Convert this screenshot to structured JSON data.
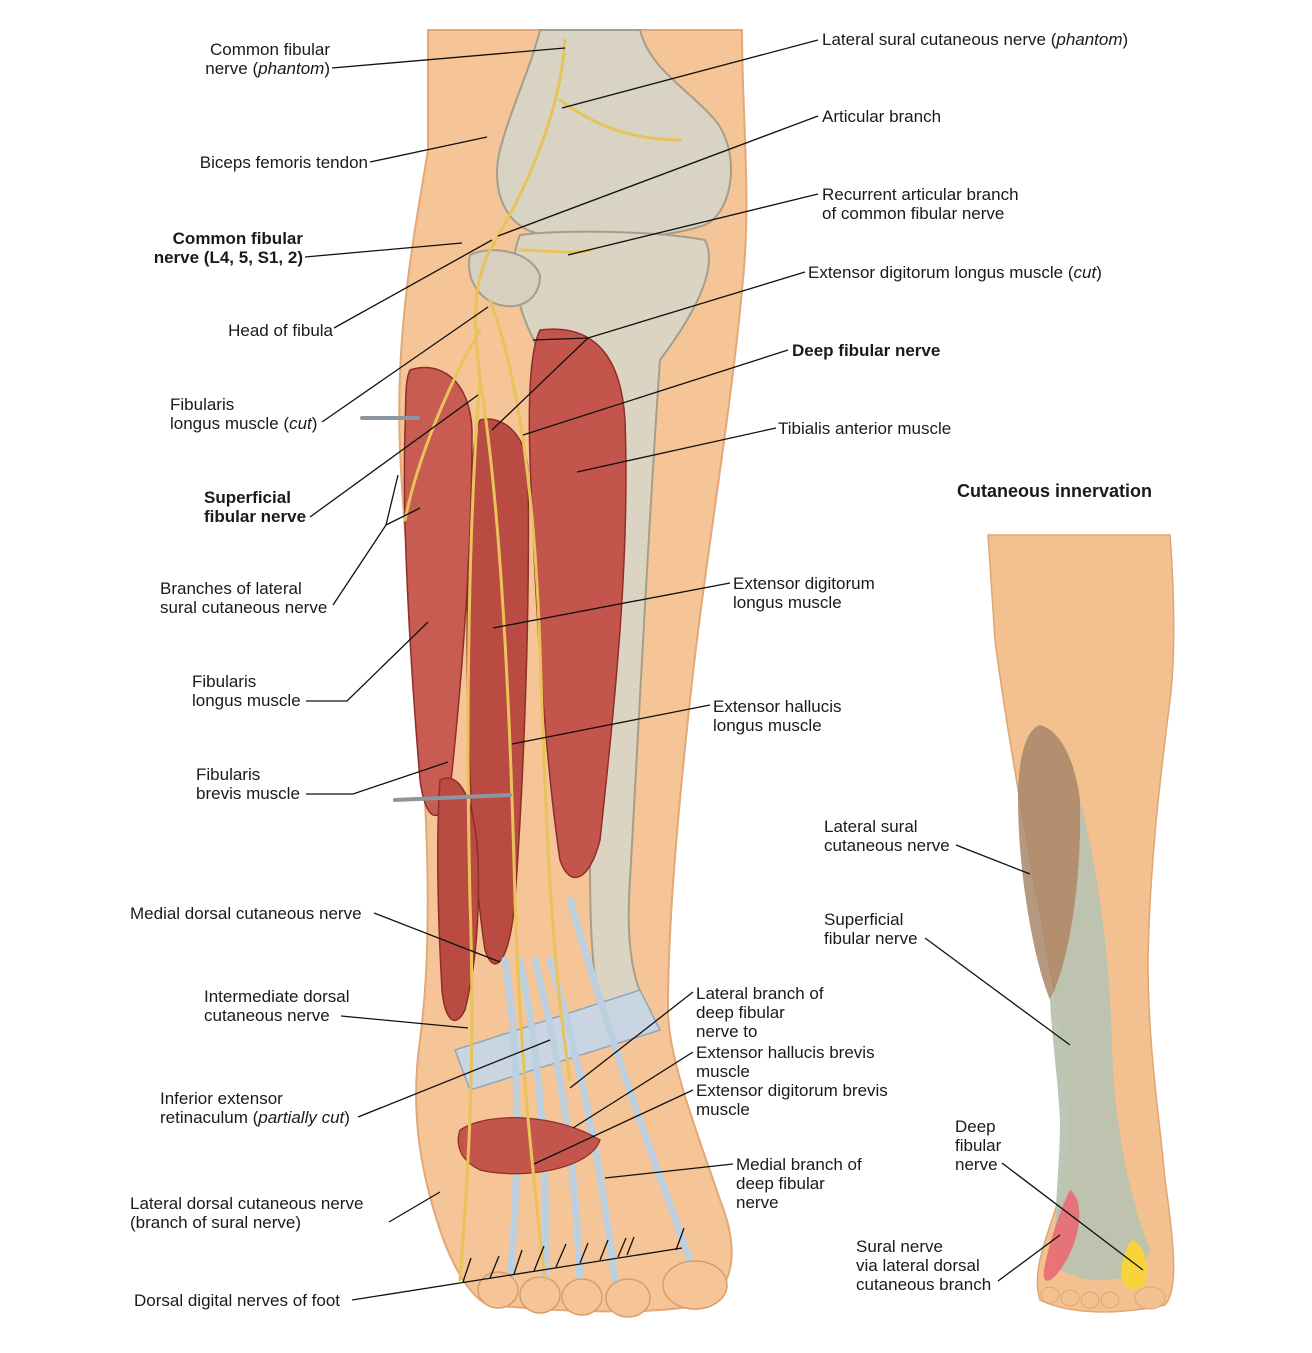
{
  "main_illustration": {
    "labels_left": [
      {
        "id": "common-fibular-nerve-phantom",
        "lines": [
          "Common fibular",
          "nerve (",
          "phantom",
          ")"
        ]
      },
      {
        "id": "biceps-femoris-tendon",
        "text": "Biceps femoris tendon"
      },
      {
        "id": "common-fibular-nerve",
        "lines": [
          "Common fibular",
          "nerve (L4, 5, S1, 2)"
        ]
      },
      {
        "id": "head-of-fibula",
        "text": "Head of fibula"
      },
      {
        "id": "fibularis-longus-cut",
        "lines": [
          "Fibularis",
          "longus muscle (",
          "cut",
          ")"
        ]
      },
      {
        "id": "superficial-fibular-nerve",
        "lines": [
          "Superficial",
          "fibular nerve"
        ]
      },
      {
        "id": "branches-lateral-sural",
        "lines": [
          "Branches of lateral",
          "sural cutaneous nerve"
        ]
      },
      {
        "id": "fibularis-longus",
        "lines": [
          "Fibularis",
          "longus muscle"
        ]
      },
      {
        "id": "fibularis-brevis",
        "lines": [
          "Fibularis",
          "brevis muscle"
        ]
      },
      {
        "id": "medial-dorsal-cutaneous",
        "text": "Medial dorsal cutaneous nerve"
      },
      {
        "id": "intermediate-dorsal-cutaneous",
        "lines": [
          "Intermediate dorsal",
          "cutaneous nerve"
        ]
      },
      {
        "id": "inferior-extensor-retinaculum",
        "lines": [
          "Inferior extensor",
          "retinaculum (",
          "partially cut",
          ")"
        ]
      },
      {
        "id": "lateral-dorsal-cutaneous",
        "lines": [
          "Lateral dorsal cutaneous nerve",
          "(branch of sural nerve)"
        ]
      },
      {
        "id": "dorsal-digital-nerves",
        "text": "Dorsal digital nerves of foot"
      }
    ],
    "labels_right": [
      {
        "id": "lateral-sural-phantom",
        "lines": [
          "Lateral sural cutaneous nerve (",
          "phantom",
          ")"
        ]
      },
      {
        "id": "articular-branch",
        "text": "Articular branch"
      },
      {
        "id": "recurrent-articular",
        "lines": [
          "Recurrent articular branch",
          "of common fibular nerve"
        ]
      },
      {
        "id": "edl-cut",
        "lines": [
          "Extensor digitorum longus muscle (",
          "cut",
          ")"
        ]
      },
      {
        "id": "deep-fibular-nerve",
        "text": "Deep fibular nerve"
      },
      {
        "id": "tibialis-anterior",
        "text": "Tibialis anterior muscle"
      },
      {
        "id": "edl",
        "lines": [
          "Extensor digitorum",
          "longus muscle"
        ]
      },
      {
        "id": "ehl",
        "lines": [
          "Extensor hallucis",
          "longus muscle"
        ]
      },
      {
        "id": "lateral-branch-deep",
        "lines": [
          "Lateral branch of",
          "deep fibular",
          "nerve to"
        ]
      },
      {
        "id": "ehb",
        "lines": [
          "Extensor hallucis brevis",
          "muscle"
        ]
      },
      {
        "id": "edb",
        "lines": [
          "Extensor digitorum brevis",
          "muscle"
        ]
      },
      {
        "id": "medial-branch-deep",
        "lines": [
          "Medial branch of",
          "deep fibular",
          "nerve"
        ]
      }
    ]
  },
  "inset": {
    "title": "Cutaneous innervation",
    "labels": [
      {
        "id": "inset-lateral-sural",
        "lines": [
          "Lateral sural",
          "cutaneous nerve"
        ]
      },
      {
        "id": "inset-superficial-fibular",
        "lines": [
          "Superficial",
          "fibular nerve"
        ]
      },
      {
        "id": "inset-deep-fibular",
        "lines": [
          "Deep",
          "fibular",
          "nerve"
        ]
      },
      {
        "id": "inset-sural",
        "lines": [
          "Sural nerve",
          "via lateral dorsal",
          "cutaneous branch"
        ]
      }
    ],
    "zone_colors": {
      "skin": "#f3c08f",
      "lateral_sural": "#a8866a",
      "superficial_fibular": "#b9c3b0",
      "deep_fibular": "#f7d43c",
      "sural": "#e86a74"
    }
  },
  "colors": {
    "skin": "#f5c597",
    "bone": "#d9d3c4",
    "muscle": "#c4554c",
    "nerve": "#e8c35a",
    "tendon": "#bfd0df"
  }
}
